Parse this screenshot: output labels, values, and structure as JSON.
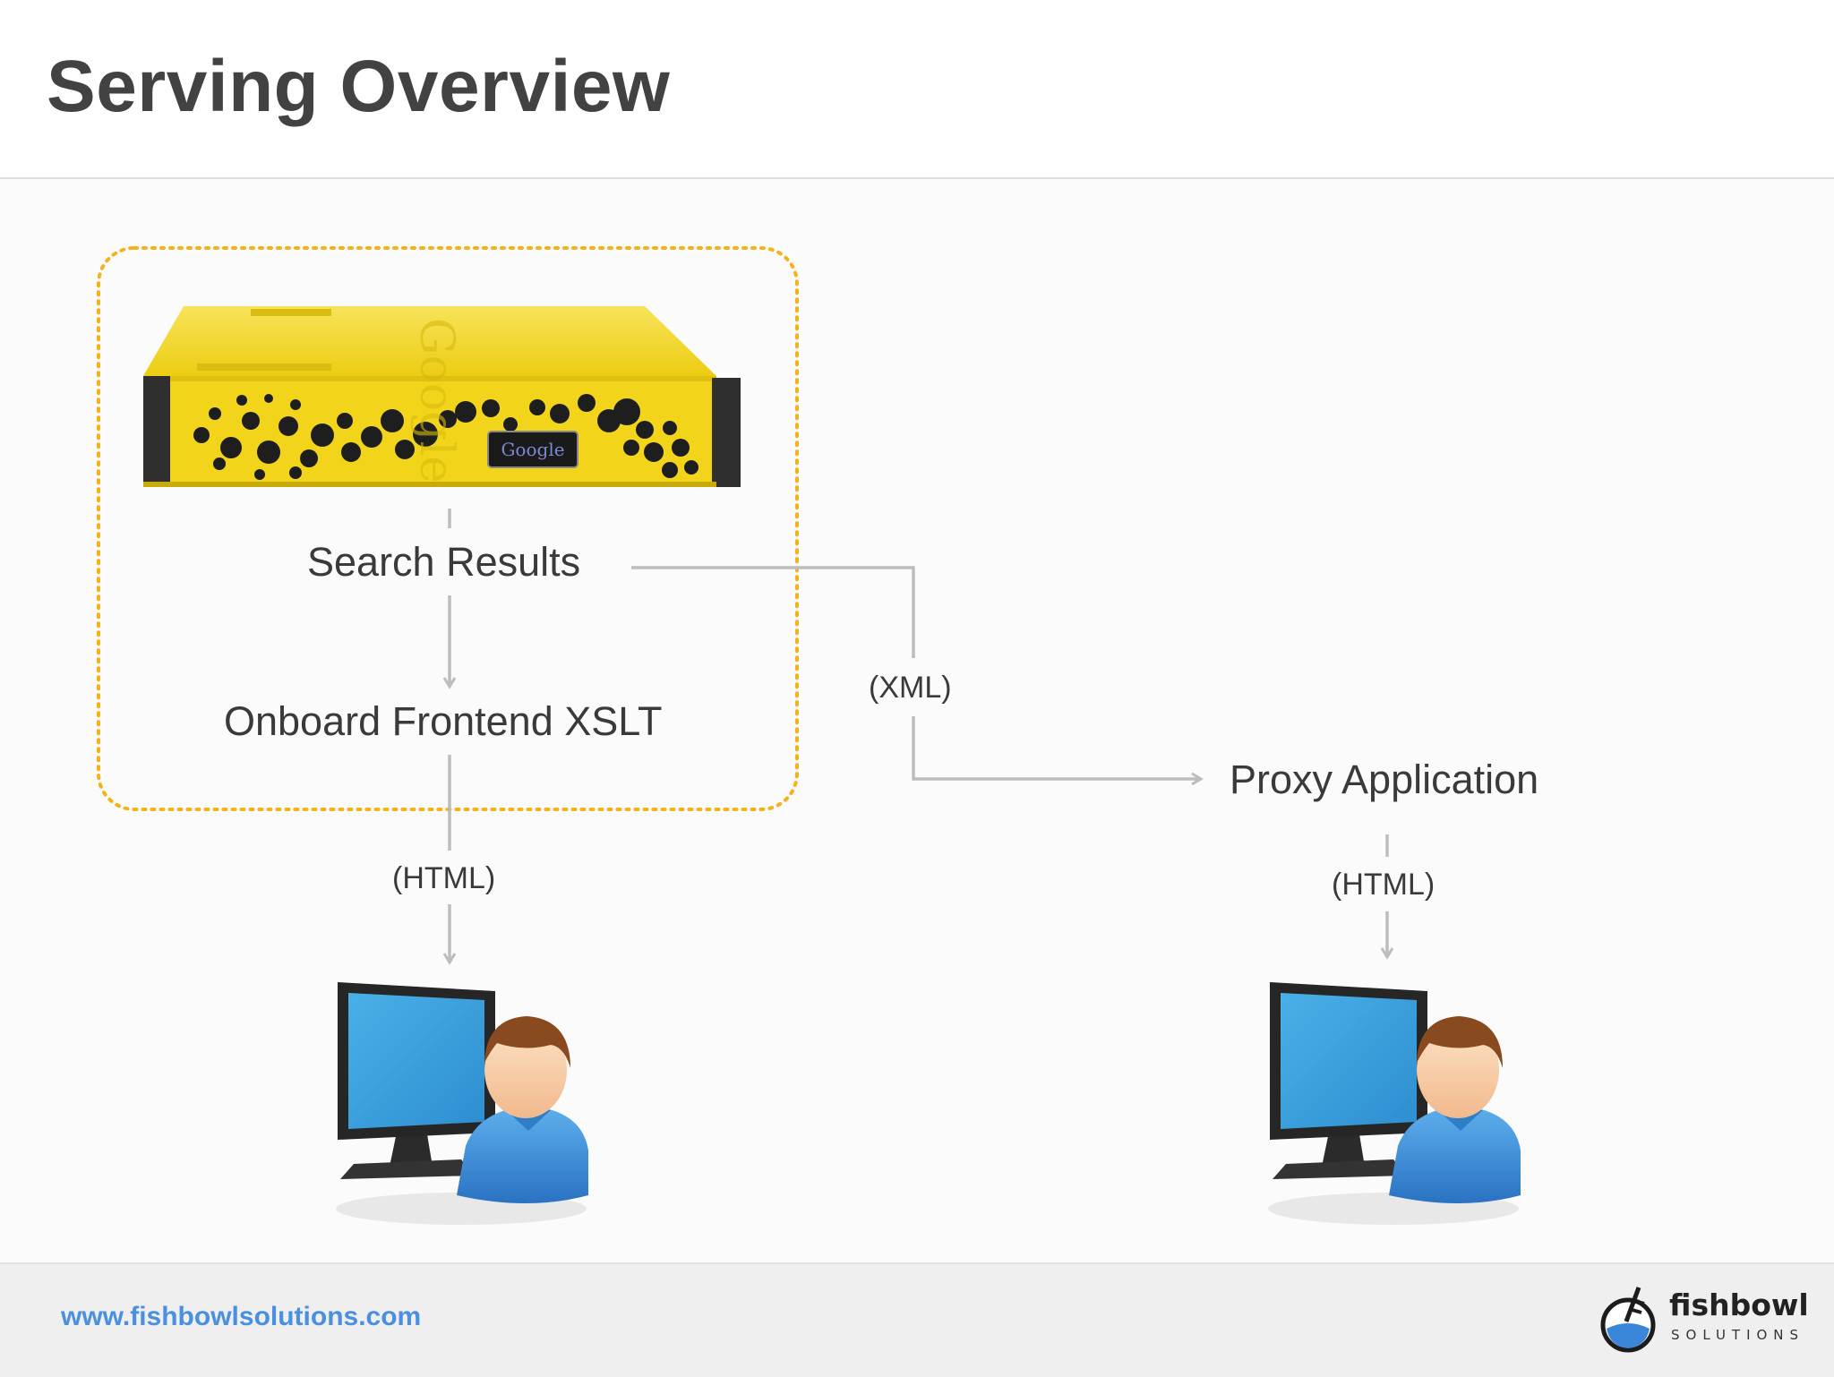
{
  "slide": {
    "title": "Serving Overview"
  },
  "diagram": {
    "search_results": "Search Results",
    "onboard_xslt": "Onboard Frontend XSLT",
    "xml_label": "(XML)",
    "proxy_application": "Proxy Application",
    "html_label_left": "(HTML)",
    "html_label_right": "(HTML)",
    "appliance_badge": "Google",
    "appliance_top_text": "Google"
  },
  "footer": {
    "url": "www.fishbowlsolutions.com",
    "logo_word": "fishbowl",
    "logo_sub": "SOLUTIONS"
  },
  "colors": {
    "title": "#424242",
    "text": "#3a3a3a",
    "arrow": "#bdbdbd",
    "dotted_border": "#f5b21b",
    "appliance": "#f2d51a",
    "monitor_screen": "#3b9fdc",
    "user_shirt": "#3f8fd6",
    "footer_url": "#4a8fe0"
  },
  "icons": [
    "search-appliance-icon",
    "user-computer-icon",
    "fishbowl-logo-icon"
  ]
}
